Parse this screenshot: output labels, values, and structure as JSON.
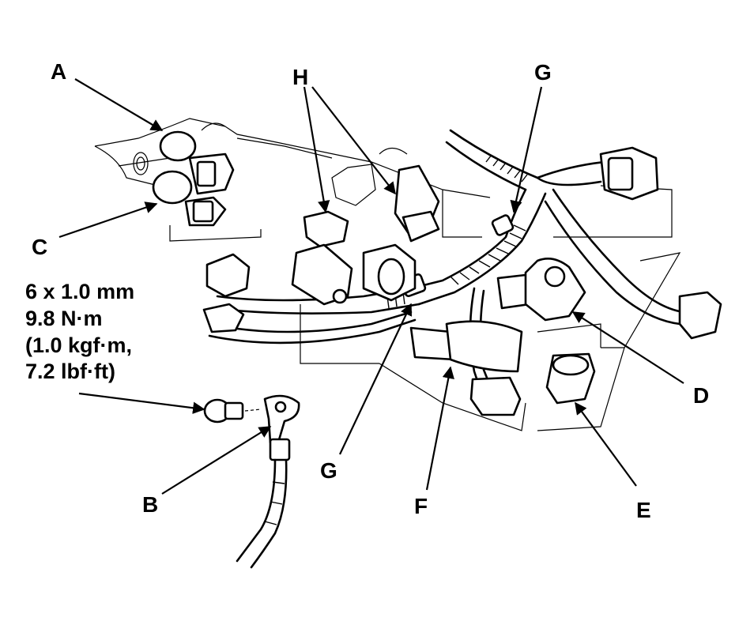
{
  "callouts": {
    "a": "A",
    "b": "B",
    "c": "C",
    "d": "D",
    "e": "E",
    "f": "F",
    "g_top": "G",
    "g_bottom": "G",
    "h": "H"
  },
  "torque_spec": {
    "line1": "6 x 1.0 mm",
    "line2": "9.8 N·m",
    "line3": "(1.0 kgf·m,",
    "line4": "7.2 lbf·ft)"
  }
}
